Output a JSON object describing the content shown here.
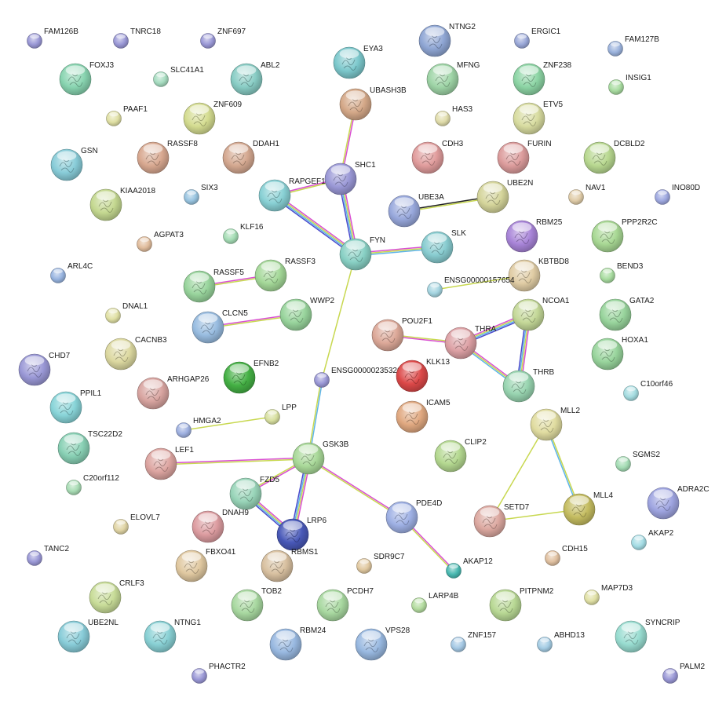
{
  "network": {
    "nodes": [
      {
        "id": "FAM126B",
        "label": "FAM126B",
        "color": "#9a98d6",
        "size": "s"
      },
      {
        "id": "TNRC18",
        "label": "TNRC18",
        "color": "#9a98d6",
        "size": "s"
      },
      {
        "id": "ZNF697",
        "label": "ZNF697",
        "color": "#9a98d6",
        "size": "s"
      },
      {
        "id": "NTNG2",
        "label": "NTNG2",
        "color": "#8fa6d4",
        "size": "l"
      },
      {
        "id": "ERGIC1",
        "label": "ERGIC1",
        "color": "#9aa8d8",
        "size": "s"
      },
      {
        "id": "FAM127B",
        "label": "FAM127B",
        "color": "#9ab2dc",
        "size": "s"
      },
      {
        "id": "FOXJ3",
        "label": "FOXJ3",
        "color": "#88d4b0",
        "size": "l"
      },
      {
        "id": "SLC41A1",
        "label": "SLC41A1",
        "color": "#a6dcc0",
        "size": "s"
      },
      {
        "id": "ABL2",
        "label": "ABL2",
        "color": "#88ccc4",
        "size": "l"
      },
      {
        "id": "EYA3",
        "label": "EYA3",
        "color": "#7cc8cc",
        "size": "l"
      },
      {
        "id": "MFNG",
        "label": "MFNG",
        "color": "#9ed4a6",
        "size": "l"
      },
      {
        "id": "ZNF238",
        "label": "ZNF238",
        "color": "#8cd4a4",
        "size": "l"
      },
      {
        "id": "INSIG1",
        "label": "INSIG1",
        "color": "#a8dca0",
        "size": "s"
      },
      {
        "id": "PAAF1",
        "label": "PAAF1",
        "color": "#e0e0a4",
        "size": "s"
      },
      {
        "id": "ZNF609",
        "label": "ZNF609",
        "color": "#d4dc90",
        "size": "l"
      },
      {
        "id": "UBASH3B",
        "label": "UBASH3B",
        "color": "#d4a888",
        "size": "l"
      },
      {
        "id": "HAS3",
        "label": "HAS3",
        "color": "#e0dcaa",
        "size": "s"
      },
      {
        "id": "ETV5",
        "label": "ETV5",
        "color": "#d8dca0",
        "size": "l"
      },
      {
        "id": "GSN",
        "label": "GSN",
        "color": "#88ccd8",
        "size": "l"
      },
      {
        "id": "RASSF8",
        "label": "RASSF8",
        "color": "#d8a890",
        "size": "l"
      },
      {
        "id": "DDAH1",
        "label": "DDAH1",
        "color": "#d4a890",
        "size": "l"
      },
      {
        "id": "CDH3",
        "label": "CDH3",
        "color": "#e09c9c",
        "size": "l"
      },
      {
        "id": "FURIN",
        "label": "FURIN",
        "color": "#dc9c9c",
        "size": "l"
      },
      {
        "id": "DCBLD2",
        "label": "DCBLD2",
        "color": "#b8d890",
        "size": "l"
      },
      {
        "id": "KIAA2018",
        "label": "KIAA2018",
        "color": "#c4d890",
        "size": "l"
      },
      {
        "id": "SIX3",
        "label": "SIX3",
        "color": "#98c4e0",
        "size": "s"
      },
      {
        "id": "SHC1",
        "label": "SHC1",
        "color": "#9a98d6",
        "size": "l"
      },
      {
        "id": "RAPGEF1",
        "label": "RAPGEF1",
        "color": "#88d0d4",
        "size": "l"
      },
      {
        "id": "UBE3A",
        "label": "UBE3A",
        "color": "#98a8dc",
        "size": "l"
      },
      {
        "id": "UBE2N",
        "label": "UBE2N",
        "color": "#d4d49a",
        "size": "l"
      },
      {
        "id": "NAV1",
        "label": "NAV1",
        "color": "#e0cca8",
        "size": "s"
      },
      {
        "id": "INO80D",
        "label": "INO80D",
        "color": "#9ea8e0",
        "size": "s"
      },
      {
        "id": "KLF16",
        "label": "KLF16",
        "color": "#a4dcb4",
        "size": "s"
      },
      {
        "id": "AGPAT3",
        "label": "AGPAT3",
        "color": "#e0bc9c",
        "size": "s"
      },
      {
        "id": "RBM25",
        "label": "RBM25",
        "color": "#a884d8",
        "size": "l"
      },
      {
        "id": "PPP2R2C",
        "label": "PPP2R2C",
        "color": "#a8d894",
        "size": "l"
      },
      {
        "id": "FYN",
        "label": "FYN",
        "color": "#88d0c4",
        "size": "l"
      },
      {
        "id": "SLK",
        "label": "SLK",
        "color": "#88ccd0",
        "size": "l"
      },
      {
        "id": "ARL4C",
        "label": "ARL4C",
        "color": "#98b4e0",
        "size": "s"
      },
      {
        "id": "RASSF5",
        "label": "RASSF5",
        "color": "#98d49c",
        "size": "l"
      },
      {
        "id": "RASSF3",
        "label": "RASSF3",
        "color": "#a4d898",
        "size": "l"
      },
      {
        "id": "KBTBD8",
        "label": "KBTBD8",
        "color": "#e0cca4",
        "size": "l"
      },
      {
        "id": "ENSG00000157654",
        "label": "ENSG00000157654",
        "color": "#a4d4e0",
        "size": "s"
      },
      {
        "id": "BEND3",
        "label": "BEND3",
        "color": "#a8dca0",
        "size": "s"
      },
      {
        "id": "DNAL1",
        "label": "DNAL1",
        "color": "#e0e0a4",
        "size": "s"
      },
      {
        "id": "WWP2",
        "label": "WWP2",
        "color": "#98d49c",
        "size": "l"
      },
      {
        "id": "POU2F1",
        "label": "POU2F1",
        "color": "#dca898",
        "size": "l"
      },
      {
        "id": "NCOA1",
        "label": "NCOA1",
        "color": "#c4d898",
        "size": "l"
      },
      {
        "id": "GATA2",
        "label": "GATA2",
        "color": "#98d49c",
        "size": "l"
      },
      {
        "id": "CLCN5",
        "label": "CLCN5",
        "color": "#98bce0",
        "size": "l"
      },
      {
        "id": "THRA",
        "label": "THRA",
        "color": "#dca0a4",
        "size": "l"
      },
      {
        "id": "HOXA1",
        "label": "HOXA1",
        "color": "#98d49c",
        "size": "l"
      },
      {
        "id": "CACNB3",
        "label": "CACNB3",
        "color": "#dcd8a0",
        "size": "l"
      },
      {
        "id": "CHD7",
        "label": "CHD7",
        "color": "#9a98d6",
        "size": "l"
      },
      {
        "id": "EFNB2",
        "label": "EFNB2",
        "color": "#44b044",
        "size": "l"
      },
      {
        "id": "ENSG00000235320",
        "label": "ENSG00000235320",
        "color": "#9a98d6",
        "size": "s"
      },
      {
        "id": "KLK13",
        "label": "KLK13",
        "color": "#dc4848",
        "size": "l"
      },
      {
        "id": "THRB",
        "label": "THRB",
        "color": "#98d4b0",
        "size": "l"
      },
      {
        "id": "ARHGAP26",
        "label": "ARHGAP26",
        "color": "#d8a4a0",
        "size": "l"
      },
      {
        "id": "C10orf46",
        "label": "C10orf46",
        "color": "#a4dce0",
        "size": "s"
      },
      {
        "id": "PPIL1",
        "label": "PPIL1",
        "color": "#88d4d8",
        "size": "l"
      },
      {
        "id": "ICAM5",
        "label": "ICAM5",
        "color": "#e0a880",
        "size": "l"
      },
      {
        "id": "HMGA2",
        "label": "HMGA2",
        "color": "#9eb0e0",
        "size": "s"
      },
      {
        "id": "LPP",
        "label": "LPP",
        "color": "#d8e0a0",
        "size": "s"
      },
      {
        "id": "MLL2",
        "label": "MLL2",
        "color": "#e0dca0",
        "size": "l"
      },
      {
        "id": "TSC22D2",
        "label": "TSC22D2",
        "color": "#88d0b4",
        "size": "l"
      },
      {
        "id": "GSK3B",
        "label": "GSK3B",
        "color": "#a8d898",
        "size": "l"
      },
      {
        "id": "CLIP2",
        "label": "CLIP2",
        "color": "#b4d890",
        "size": "l"
      },
      {
        "id": "SGMS2",
        "label": "SGMS2",
        "color": "#a4dcb4",
        "size": "s"
      },
      {
        "id": "LEF1",
        "label": "LEF1",
        "color": "#dca4a0",
        "size": "l"
      },
      {
        "id": "C20orf112",
        "label": "C20orf112",
        "color": "#a8dcb4",
        "size": "s"
      },
      {
        "id": "FZD5",
        "label": "FZD5",
        "color": "#98d4b8",
        "size": "l"
      },
      {
        "id": "ADRA2C",
        "label": "ADRA2C",
        "color": "#9ea4e0",
        "size": "l"
      },
      {
        "id": "ELOVL7",
        "label": "ELOVL7",
        "color": "#e0d4a4",
        "size": "s"
      },
      {
        "id": "DNAH9",
        "label": "DNAH9",
        "color": "#dc9ca0",
        "size": "l"
      },
      {
        "id": "LRP6",
        "label": "LRP6",
        "color": "#4858b8",
        "size": "l"
      },
      {
        "id": "PDE4D",
        "label": "PDE4D",
        "color": "#9eb0e4",
        "size": "l"
      },
      {
        "id": "SETD7",
        "label": "SETD7",
        "color": "#dca8a0",
        "size": "l"
      },
      {
        "id": "MLL4",
        "label": "MLL4",
        "color": "#c4bc60",
        "size": "l"
      },
      {
        "id": "AKAP2",
        "label": "AKAP2",
        "color": "#a4dce4",
        "size": "s"
      },
      {
        "id": "TANC2",
        "label": "TANC2",
        "color": "#9a98d6",
        "size": "s"
      },
      {
        "id": "FBXO41",
        "label": "FBXO41",
        "color": "#e0c8a0",
        "size": "l"
      },
      {
        "id": "RBMS1",
        "label": "RBMS1",
        "color": "#d8c0a0",
        "size": "l"
      },
      {
        "id": "SDR9C7",
        "label": "SDR9C7",
        "color": "#e0c8a0",
        "size": "s"
      },
      {
        "id": "AKAP12",
        "label": "AKAP12",
        "color": "#48b8b0",
        "size": "s"
      },
      {
        "id": "CDH15",
        "label": "CDH15",
        "color": "#e0c0a0",
        "size": "s"
      },
      {
        "id": "CRLF3",
        "label": "CRLF3",
        "color": "#c8dc98",
        "size": "l"
      },
      {
        "id": "TOB2",
        "label": "TOB2",
        "color": "#a8d8a0",
        "size": "l"
      },
      {
        "id": "PCDH7",
        "label": "PCDH7",
        "color": "#a8d8a0",
        "size": "l"
      },
      {
        "id": "LARP4B",
        "label": "LARP4B",
        "color": "#b4dca0",
        "size": "s"
      },
      {
        "id": "PITPNM2",
        "label": "PITPNM2",
        "color": "#b8d894",
        "size": "l"
      },
      {
        "id": "MAP7D3",
        "label": "MAP7D3",
        "color": "#e0e0a4",
        "size": "s"
      },
      {
        "id": "UBE2NL",
        "label": "UBE2NL",
        "color": "#88ccd8",
        "size": "l"
      },
      {
        "id": "NTNG1",
        "label": "NTNG1",
        "color": "#88d0d4",
        "size": "l"
      },
      {
        "id": "RBM24",
        "label": "RBM24",
        "color": "#98b8e0",
        "size": "l"
      },
      {
        "id": "VPS28",
        "label": "VPS28",
        "color": "#98b8e0",
        "size": "l"
      },
      {
        "id": "ZNF157",
        "label": "ZNF157",
        "color": "#a4c8e4",
        "size": "s"
      },
      {
        "id": "ABHD13",
        "label": "ABHD13",
        "color": "#a4cce4",
        "size": "s"
      },
      {
        "id": "SYNCRIP",
        "label": "SYNCRIP",
        "color": "#98dcd0",
        "size": "l"
      },
      {
        "id": "PHACTR2",
        "label": "PHACTR2",
        "color": "#9a98d6",
        "size": "s"
      },
      {
        "id": "PALM2",
        "label": "PALM2",
        "color": "#9a98d6",
        "size": "s"
      }
    ],
    "edges": [
      {
        "source": "UBASH3B",
        "target": "SHC1",
        "colors": [
          "#d94fd1",
          "#c8d850"
        ]
      },
      {
        "source": "SHC1",
        "target": "FYN",
        "colors": [
          "#d94fd1",
          "#c8d850",
          "#5eb4e8",
          "#4a4acc"
        ]
      },
      {
        "source": "RAPGEF1",
        "target": "SHC1",
        "colors": [
          "#d94fd1",
          "#c8d850"
        ]
      },
      {
        "source": "RAPGEF1",
        "target": "FYN",
        "colors": [
          "#d94fd1",
          "#c8d850",
          "#5eb4e8",
          "#4a4acc"
        ]
      },
      {
        "source": "FYN",
        "target": "SLK",
        "colors": [
          "#d94fd1",
          "#c8d850",
          "#5eb4e8"
        ]
      },
      {
        "source": "UBE3A",
        "target": "UBE2N",
        "colors": [
          "#222222",
          "#c8d850"
        ]
      },
      {
        "source": "FYN",
        "target": "ENSG00000235320",
        "colors": [
          "#c8d850"
        ]
      },
      {
        "source": "ENSG00000235320",
        "target": "GSK3B",
        "colors": [
          "#5eb4e8",
          "#c8d850"
        ]
      },
      {
        "source": "RASSF5",
        "target": "RASSF3",
        "colors": [
          "#d94fd1",
          "#c8d850"
        ]
      },
      {
        "source": "CLCN5",
        "target": "WWP2",
        "colors": [
          "#d94fd1",
          "#c8d850"
        ]
      },
      {
        "source": "ENSG00000157654",
        "target": "KBTBD8",
        "colors": [
          "#c8d850"
        ]
      },
      {
        "source": "POU2F1",
        "target": "THRA",
        "colors": [
          "#c8d850",
          "#d94fd1"
        ]
      },
      {
        "source": "THRA",
        "target": "NCOA1",
        "colors": [
          "#d94fd1",
          "#c8d850",
          "#5eb4e8",
          "#4a4acc"
        ]
      },
      {
        "source": "THRA",
        "target": "THRB",
        "colors": [
          "#d94fd1",
          "#c8d850",
          "#5eb4e8"
        ]
      },
      {
        "source": "NCOA1",
        "target": "THRB",
        "colors": [
          "#d94fd1",
          "#c8d850",
          "#5eb4e8",
          "#4a4acc"
        ]
      },
      {
        "source": "HMGA2",
        "target": "LPP",
        "colors": [
          "#c8d850"
        ]
      },
      {
        "source": "LEF1",
        "target": "GSK3B",
        "colors": [
          "#d94fd1",
          "#c8d850"
        ]
      },
      {
        "source": "GSK3B",
        "target": "FZD5",
        "colors": [
          "#d94fd1",
          "#c8d850"
        ]
      },
      {
        "source": "GSK3B",
        "target": "LRP6",
        "colors": [
          "#d94fd1",
          "#c8d850",
          "#5eb4e8",
          "#4a4acc"
        ]
      },
      {
        "source": "FZD5",
        "target": "LRP6",
        "colors": [
          "#d94fd1",
          "#c8d850",
          "#5eb4e8",
          "#4a4acc"
        ]
      },
      {
        "source": "GSK3B",
        "target": "PDE4D",
        "colors": [
          "#d94fd1",
          "#c8d850"
        ]
      },
      {
        "source": "PDE4D",
        "target": "AKAP12",
        "colors": [
          "#d94fd1",
          "#c8d850"
        ]
      },
      {
        "source": "MLL2",
        "target": "SETD7",
        "colors": [
          "#c8d850"
        ]
      },
      {
        "source": "MLL2",
        "target": "MLL4",
        "colors": [
          "#c8d850",
          "#5eb4e8"
        ]
      },
      {
        "source": "SETD7",
        "target": "MLL4",
        "colors": [
          "#c8d850"
        ]
      }
    ]
  }
}
